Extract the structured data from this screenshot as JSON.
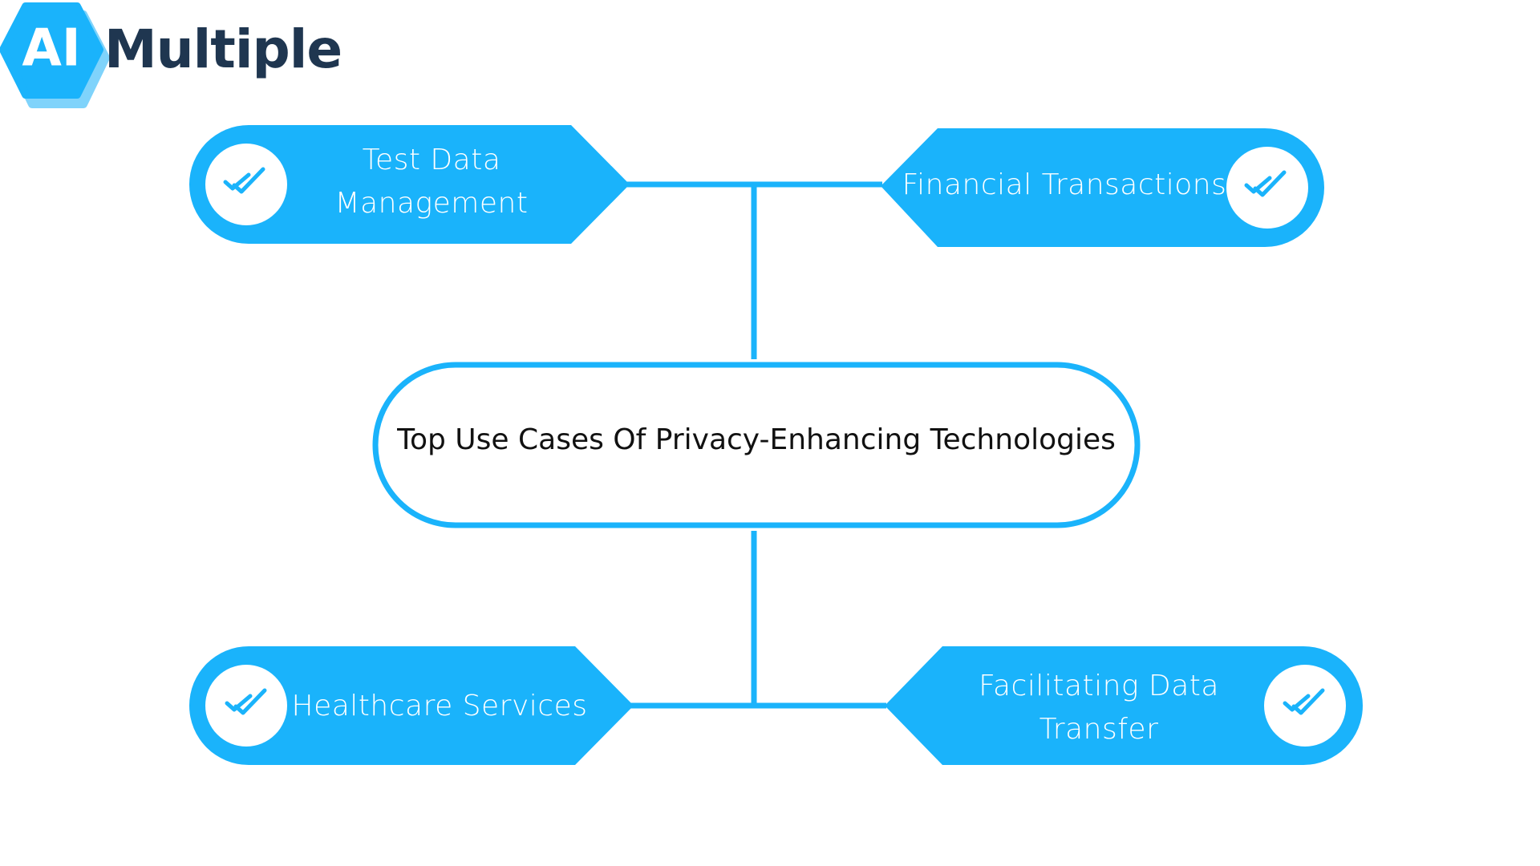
{
  "logo": {
    "badge_text": "AI",
    "word_text": "Multiple"
  },
  "center": {
    "title": "Top Use Cases Of Privacy-Enhancing Technologies"
  },
  "nodes": [
    {
      "id": "test-data-management",
      "lines": [
        "Test Data",
        "Management"
      ],
      "icon": "double-check-icon"
    },
    {
      "id": "financial-transactions",
      "lines": [
        "Financial Transactions"
      ],
      "icon": "double-check-icon"
    },
    {
      "id": "healthcare-services",
      "lines": [
        "Healthcare Services"
      ],
      "icon": "double-check-icon"
    },
    {
      "id": "facilitating-data-transfer",
      "lines": [
        "Facilitating Data",
        "Transfer"
      ],
      "icon": "double-check-icon"
    }
  ],
  "colors": {
    "accent": "#1ab3fb",
    "logo_badge": "#1ab3fb",
    "logo_badge_shadow": "#7fd3fb",
    "logo_text": "#1f3650",
    "icon_circle": "#ffffff",
    "center_fill": "#ffffff",
    "center_text": "#111111"
  }
}
